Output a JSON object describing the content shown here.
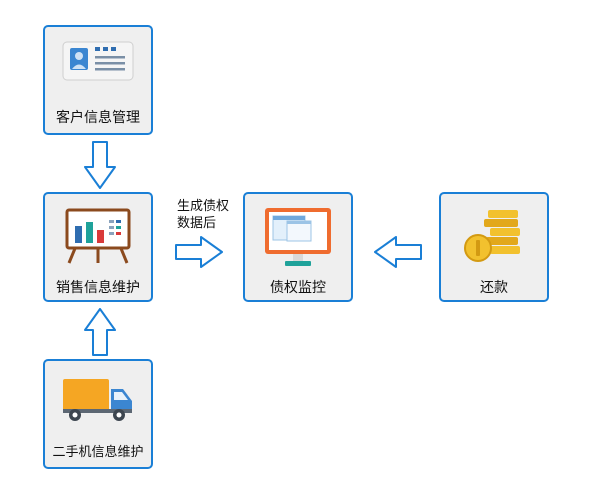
{
  "nodes": {
    "customer": {
      "label": "客户信息管理"
    },
    "sales": {
      "label": "销售信息维护"
    },
    "used": {
      "label": "二手机信息维护"
    },
    "monitor": {
      "label": "债权监控"
    },
    "repay": {
      "label": "还款"
    }
  },
  "edges": {
    "sales_to_monitor": {
      "note_line1": "生成债权",
      "note_line2": "数据后"
    }
  },
  "colors": {
    "border": "#1a7fd6",
    "card_bg": "#efefef",
    "arrow_fill": "#ffffff"
  }
}
